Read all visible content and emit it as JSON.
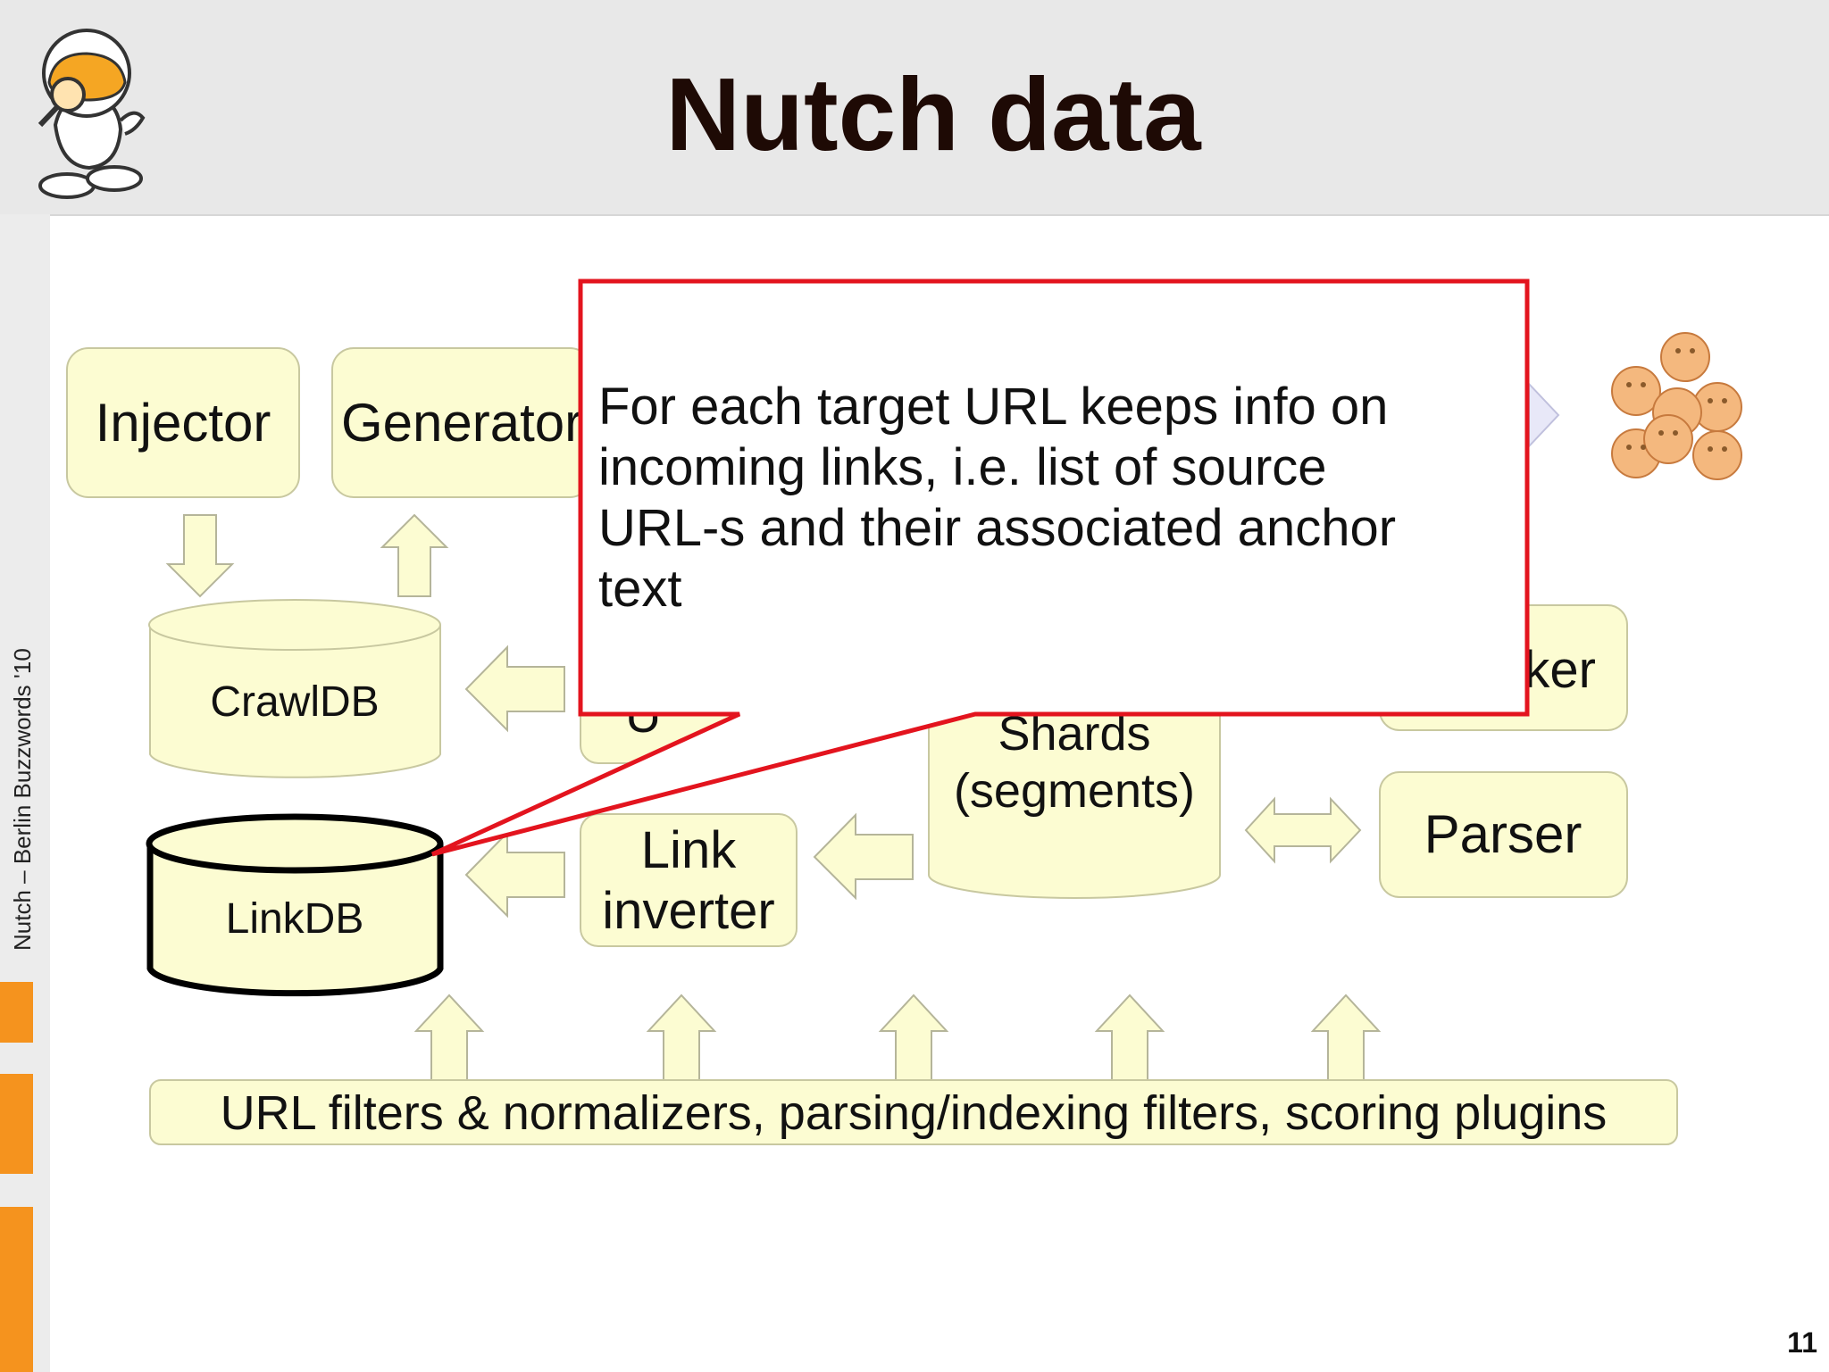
{
  "slide": {
    "title": "Nutch data",
    "sidebar_text": "Nutch – Berlin Buzzwords '10",
    "page_number": "11"
  },
  "diagram": {
    "injector": "Injector",
    "generator": "Generator",
    "crawldb": "CrawlDB",
    "linkdb": "LinkDB",
    "updater_partial": "U",
    "shards_line1": "Shards",
    "shards_line2": "(segments)",
    "indexer_partial": "ker",
    "parser": "Parser",
    "link_inverter_line1": "Link",
    "link_inverter_line2": "inverter",
    "plugins_bar": "URL filters & normalizers, parsing/indexing filters, scoring plugins"
  },
  "callout": {
    "line1": "For each target URL keeps info on",
    "line2": "incoming links, i.e. list of source",
    "line3": "URL-s and their associated anchor",
    "line4": "text"
  },
  "colors": {
    "header_bg": "#e8e8e8",
    "box_fill": "#fcfcd2",
    "box_stroke": "#c8c8a0",
    "callout_border": "#e3141e",
    "sidebar_accent": "#f5931e",
    "title_color": "#1e0a05"
  },
  "icons": {
    "mascot": "nutch-robot-mascot-icon",
    "users": "smiley-crowd-icon"
  }
}
